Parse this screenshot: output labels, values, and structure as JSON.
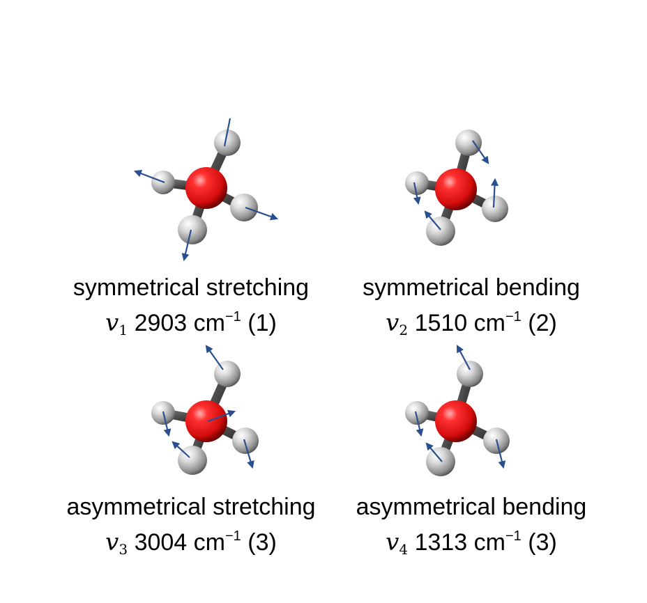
{
  "colors": {
    "carbon": "#e01515",
    "hydrogen": "#c8c8c8",
    "bond": "#3a3a3a",
    "arrow": "#2a4f8f"
  },
  "modes": [
    {
      "name": "symmetrical stretching",
      "symbol": "v",
      "index": "1",
      "wavenumber": "2903 cm",
      "exponent": "−1",
      "degeneracy": "(1)"
    },
    {
      "name": "symmetrical bending",
      "symbol": "v",
      "index": "2",
      "wavenumber": "1510 cm",
      "exponent": "−1",
      "degeneracy": "(2)"
    },
    {
      "name": "asymmetrical stretching",
      "symbol": "v",
      "index": "3",
      "wavenumber": "3004 cm",
      "exponent": "−1",
      "degeneracy": "(3)"
    },
    {
      "name": "asymmetrical bending",
      "symbol": "v",
      "index": "4",
      "wavenumber": "1313 cm",
      "exponent": "−1",
      "degeneracy": "(3)"
    }
  ]
}
